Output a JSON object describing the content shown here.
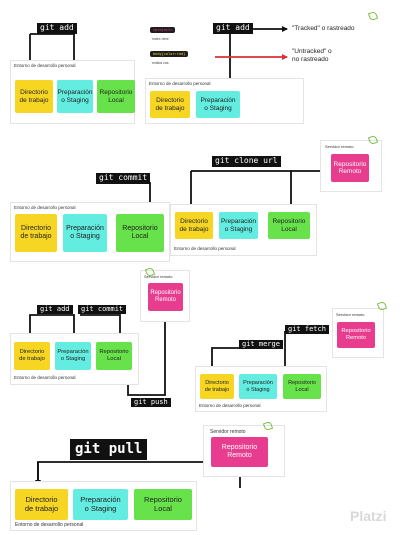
{
  "commands": {
    "add": "git add",
    "clone": "git clone url",
    "commit": "git commit",
    "fetch": "git fetch",
    "merge": "git merge",
    "push": "git push",
    "pull": "git pull"
  },
  "env_label": "Entorno de desarrollo personal",
  "remote_title": "Servidor remoto",
  "boxes": {
    "workdir": "Directorio\nde trabajo",
    "staging": "Preparación\no Staging",
    "local": "Repositorio\nLocal",
    "remote": "Repositorio\nRemoto"
  },
  "tracking": {
    "tracked": "\"Tracked\" o rastreado",
    "untracked": "\"Untracked\" o\nno rastreado",
    "pill_tracked": "<project>",
    "file_tracked": "index.html",
    "pill_untracked": "body{color:red}",
    "file_untracked": "estilos.css"
  },
  "watermark": "Platzi",
  "colors": {
    "workdir": "#f7d623",
    "staging": "#63ece0",
    "local": "#67e24a",
    "remote": "#e83c8f",
    "arrow_tracked": "#111111",
    "arrow_untracked": "#d83232"
  }
}
